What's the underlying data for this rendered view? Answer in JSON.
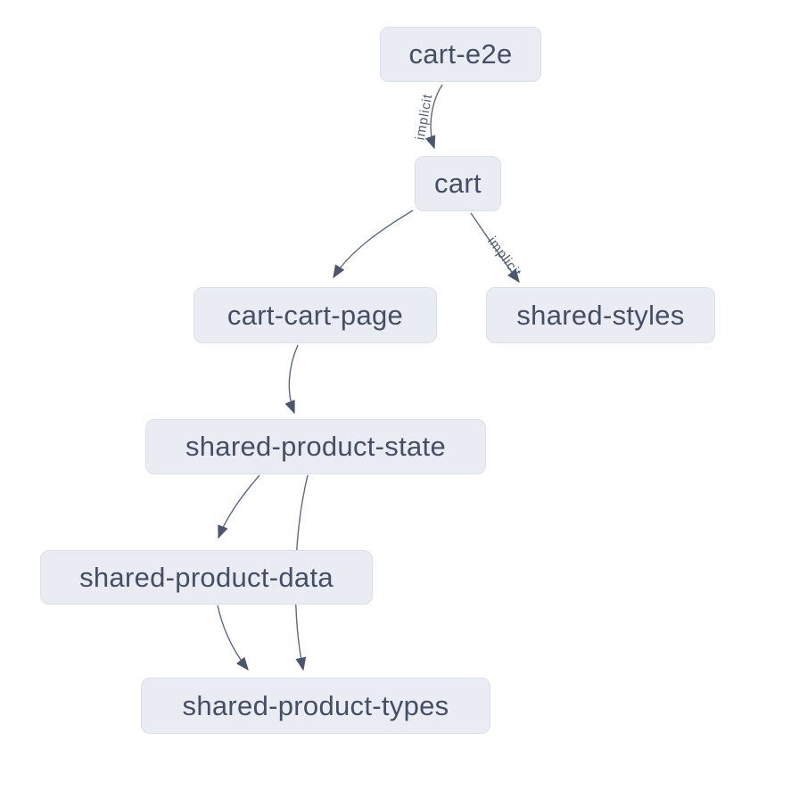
{
  "diagram": {
    "kind": "project-dependency-graph",
    "nodes": [
      {
        "id": "cart-e2e",
        "label": "cart-e2e"
      },
      {
        "id": "cart",
        "label": "cart"
      },
      {
        "id": "cart-cart-page",
        "label": "cart-cart-page"
      },
      {
        "id": "shared-styles",
        "label": "shared-styles"
      },
      {
        "id": "shared-product-state",
        "label": "shared-product-state"
      },
      {
        "id": "shared-product-data",
        "label": "shared-product-data"
      },
      {
        "id": "shared-product-types",
        "label": "shared-product-types"
      }
    ],
    "edges": [
      {
        "source": "cart-e2e",
        "target": "cart",
        "label": "implicit"
      },
      {
        "source": "cart",
        "target": "cart-cart-page",
        "label": ""
      },
      {
        "source": "cart",
        "target": "shared-styles",
        "label": "implicit"
      },
      {
        "source": "cart-cart-page",
        "target": "shared-product-state",
        "label": ""
      },
      {
        "source": "shared-product-state",
        "target": "shared-product-data",
        "label": ""
      },
      {
        "source": "shared-product-state",
        "target": "shared-product-types",
        "label": ""
      },
      {
        "source": "shared-product-data",
        "target": "shared-product-types",
        "label": ""
      }
    ],
    "colors": {
      "background": "#ffffff",
      "node_fill": "#e9edf3",
      "node_border": "#dadfe9",
      "node_text": "#454e63",
      "edge_stroke": "#5e6a80",
      "arrowhead_fill": "#4b566d",
      "edge_label_text": "#535e73"
    }
  }
}
